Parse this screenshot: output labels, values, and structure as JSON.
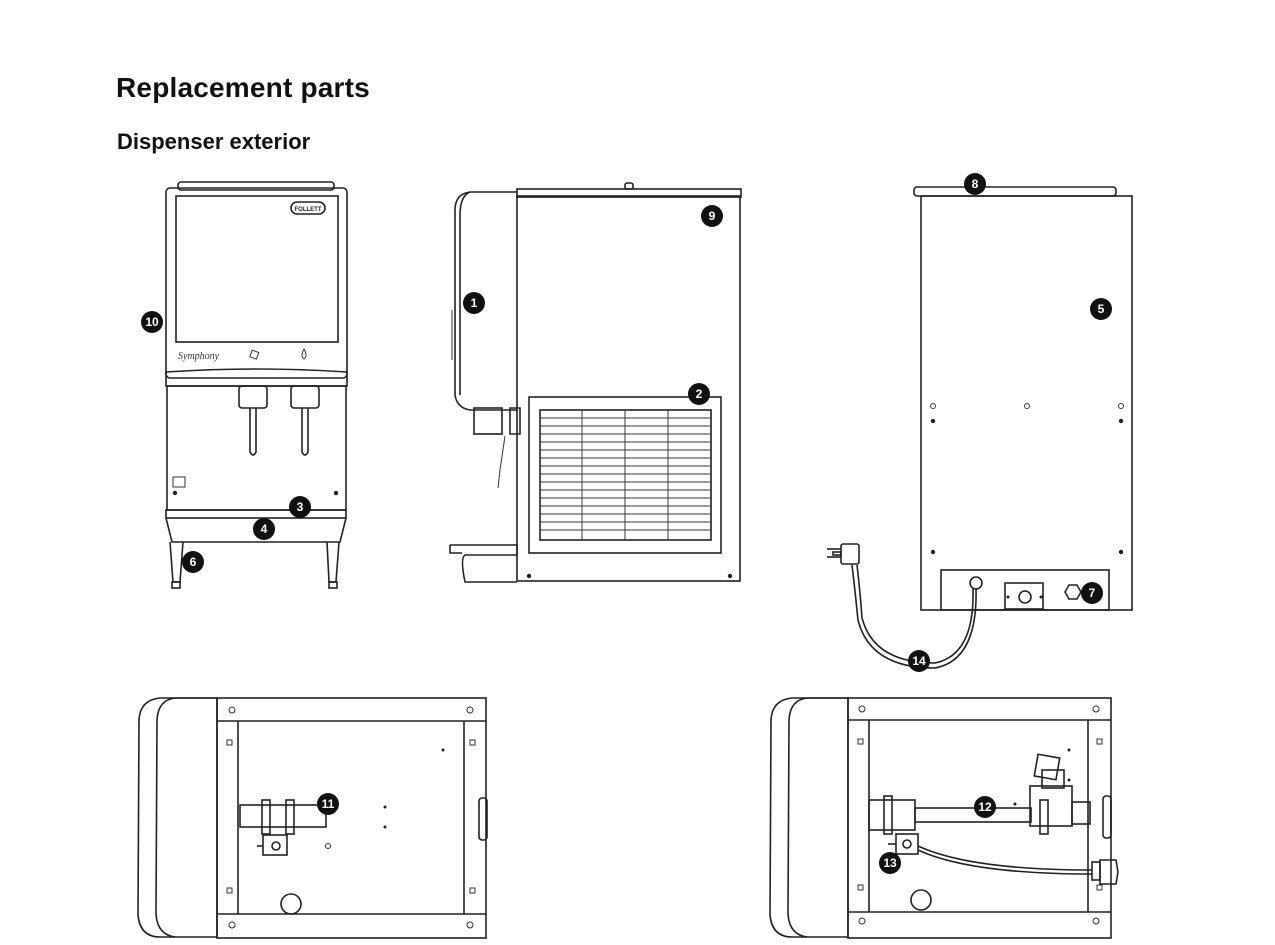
{
  "page": {
    "title": "Replacement parts",
    "subtitle": "Dispenser exterior"
  },
  "callouts": [
    "1",
    "2",
    "3",
    "4",
    "5",
    "6",
    "7",
    "8",
    "9",
    "10",
    "11",
    "12",
    "13",
    "14"
  ],
  "brand": {
    "logo_text": "FOLLETT",
    "model_text": "Symphony"
  },
  "icons": {
    "ice": "ice-cube-icon",
    "water": "water-drop-icon"
  },
  "colors": {
    "line": "#222222",
    "badge": "#111111",
    "background": "#ffffff"
  }
}
